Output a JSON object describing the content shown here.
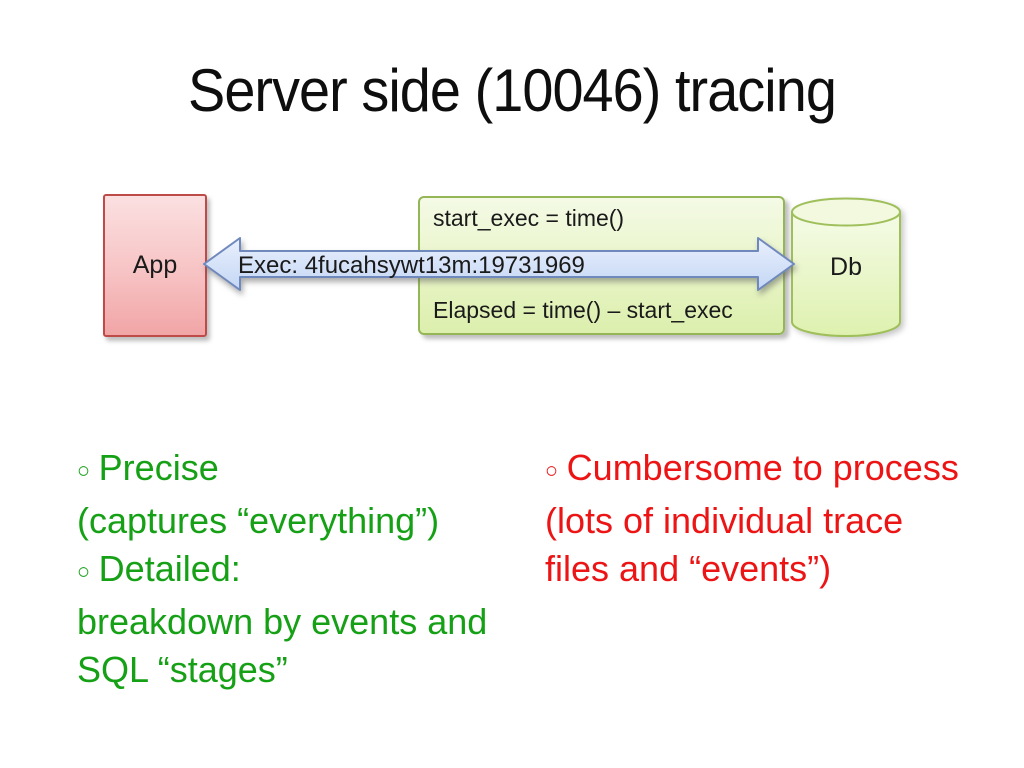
{
  "bullet_glyph": "○",
  "title": "Server side (10046) tracing",
  "colors": {
    "title-text": "#0e0e0e",
    "pros-text": "#16a016",
    "cons-text": "#ec1414",
    "app-border": "#be4b48",
    "app-fill-top": "#fbe0e1",
    "app-fill-bottom": "#f1a5a6",
    "timer-border": "#95b656",
    "timer-fill-top": "#f4fae6",
    "timer-fill-bottom": "#dcefad",
    "db-border": "#9fbf5b",
    "db-fill-top": "#f5fbe7",
    "db-fill-bottom": "#def1af",
    "arrow-border": "#7089bd",
    "arrow-fill-top": "#e9f0fc",
    "arrow-fill-bottom": "#c4d7f4"
  },
  "diagram": {
    "app_label": "App",
    "db_label": "Db",
    "arrow_label": "Exec: 4fucahsywt13m:19731969",
    "timer_start_label": "start_exec = time()",
    "timer_elapsed_label": "Elapsed = time() – start_exec"
  },
  "pros": {
    "lines": [
      {
        "bullet": true,
        "text": "Precise"
      },
      {
        "bullet": false,
        "text": "(captures “everything”)"
      },
      {
        "bullet": true,
        "text": "Detailed:"
      },
      {
        "bullet": false,
        "text": "breakdown by events and"
      },
      {
        "bullet": false,
        "text": "SQL “stages”"
      }
    ]
  },
  "cons": {
    "lines": [
      {
        "bullet": true,
        "text": "Cumbersome to process"
      },
      {
        "bullet": false,
        "text": "(lots of individual trace"
      },
      {
        "bullet": false,
        "text": "files and “events”)"
      }
    ]
  }
}
